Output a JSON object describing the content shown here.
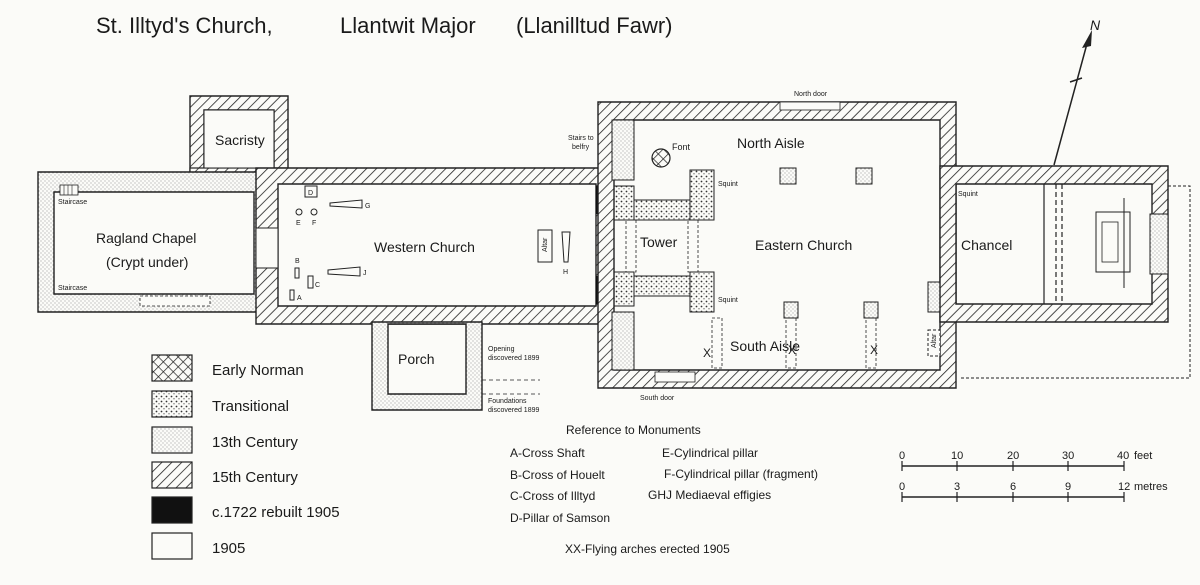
{
  "title": {
    "name": "St. Illtyd's Church,",
    "place": "Llantwit Major",
    "welsh": "(Llanilltud Fawr)"
  },
  "north": "N",
  "rooms": {
    "sacristy": "Sacristy",
    "ragland_1": "Ragland Chapel",
    "ragland_2": "(Crypt under)",
    "western_church": "Western Church",
    "porch": "Porch",
    "tower": "Tower",
    "north_aisle": "North Aisle",
    "eastern_church": "Eastern Church",
    "south_aisle": "South Aisle",
    "chancel": "Chancel",
    "font": "Font"
  },
  "small_labels": {
    "north_door": "North door",
    "south_door": "South door",
    "stairs_1": "Stairs to",
    "stairs_2": "belfry",
    "squint_1": "Squint",
    "squint_2": "Squint",
    "squint_3": "Squint",
    "staircase_1": "Staircase",
    "staircase_2": "Staircase",
    "opening_1": "Opening",
    "opening_2": "discovered 1899",
    "foundations_1": "Foundations",
    "foundations_2": "discovered 1899",
    "altar_1": "Altar",
    "altar_2": "Altar"
  },
  "monument_letters": {
    "a": "A",
    "b": "B",
    "c": "C",
    "d": "D",
    "e": "E",
    "f": "F",
    "g": "G",
    "h": "H",
    "j": "J",
    "x1": "X",
    "x2": "X",
    "x3": "X"
  },
  "legend": [
    {
      "label": "Early Norman",
      "pattern": "crosshatch"
    },
    {
      "label": "Transitional",
      "pattern": "dots"
    },
    {
      "label": "13th Century",
      "pattern": "fine-dots"
    },
    {
      "label": "15th Century",
      "pattern": "diagonal-hatch"
    },
    {
      "label": "c.1722 rebuilt 1905",
      "pattern": "solid-black"
    },
    {
      "label": "1905",
      "pattern": "blank"
    }
  ],
  "references": {
    "heading": "Reference to Monuments",
    "items": [
      "A-Cross Shaft",
      "B-Cross of Houelt",
      "C-Cross of Illtyd",
      "D-Pillar of Samson",
      "E-Cylindrical pillar",
      "F-Cylindrical pillar (fragment)",
      "GHJ Mediaeval effigies"
    ],
    "note": "XX-Flying arches erected 1905"
  },
  "scales": {
    "feet": {
      "ticks": [
        "0",
        "10",
        "20",
        "30",
        "40"
      ],
      "unit": "feet"
    },
    "metres": {
      "ticks": [
        "0",
        "3",
        "6",
        "9",
        "12"
      ],
      "unit": "metres"
    }
  }
}
